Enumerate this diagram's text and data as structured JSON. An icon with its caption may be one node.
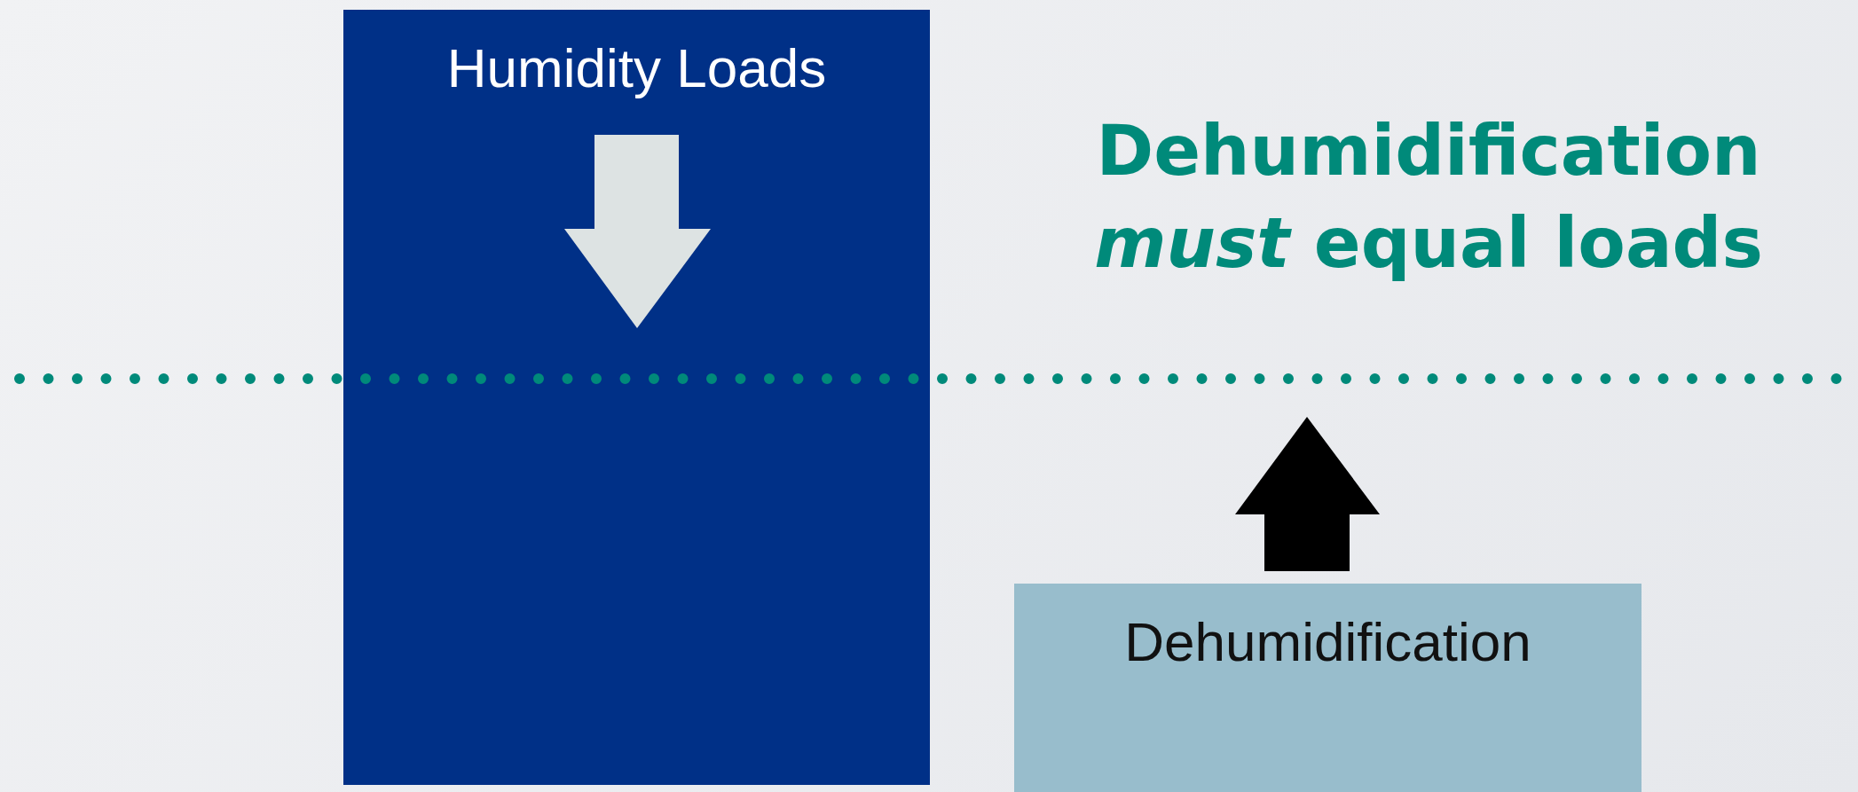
{
  "diagram": {
    "nodes": [
      {
        "text": [
          "Humidity Loads"
        ]
      },
      {
        "text": [
          "Dehumidification"
        ]
      }
    ],
    "labels": [
      "Dehumidification *must* equal loads"
    ]
  }
}
